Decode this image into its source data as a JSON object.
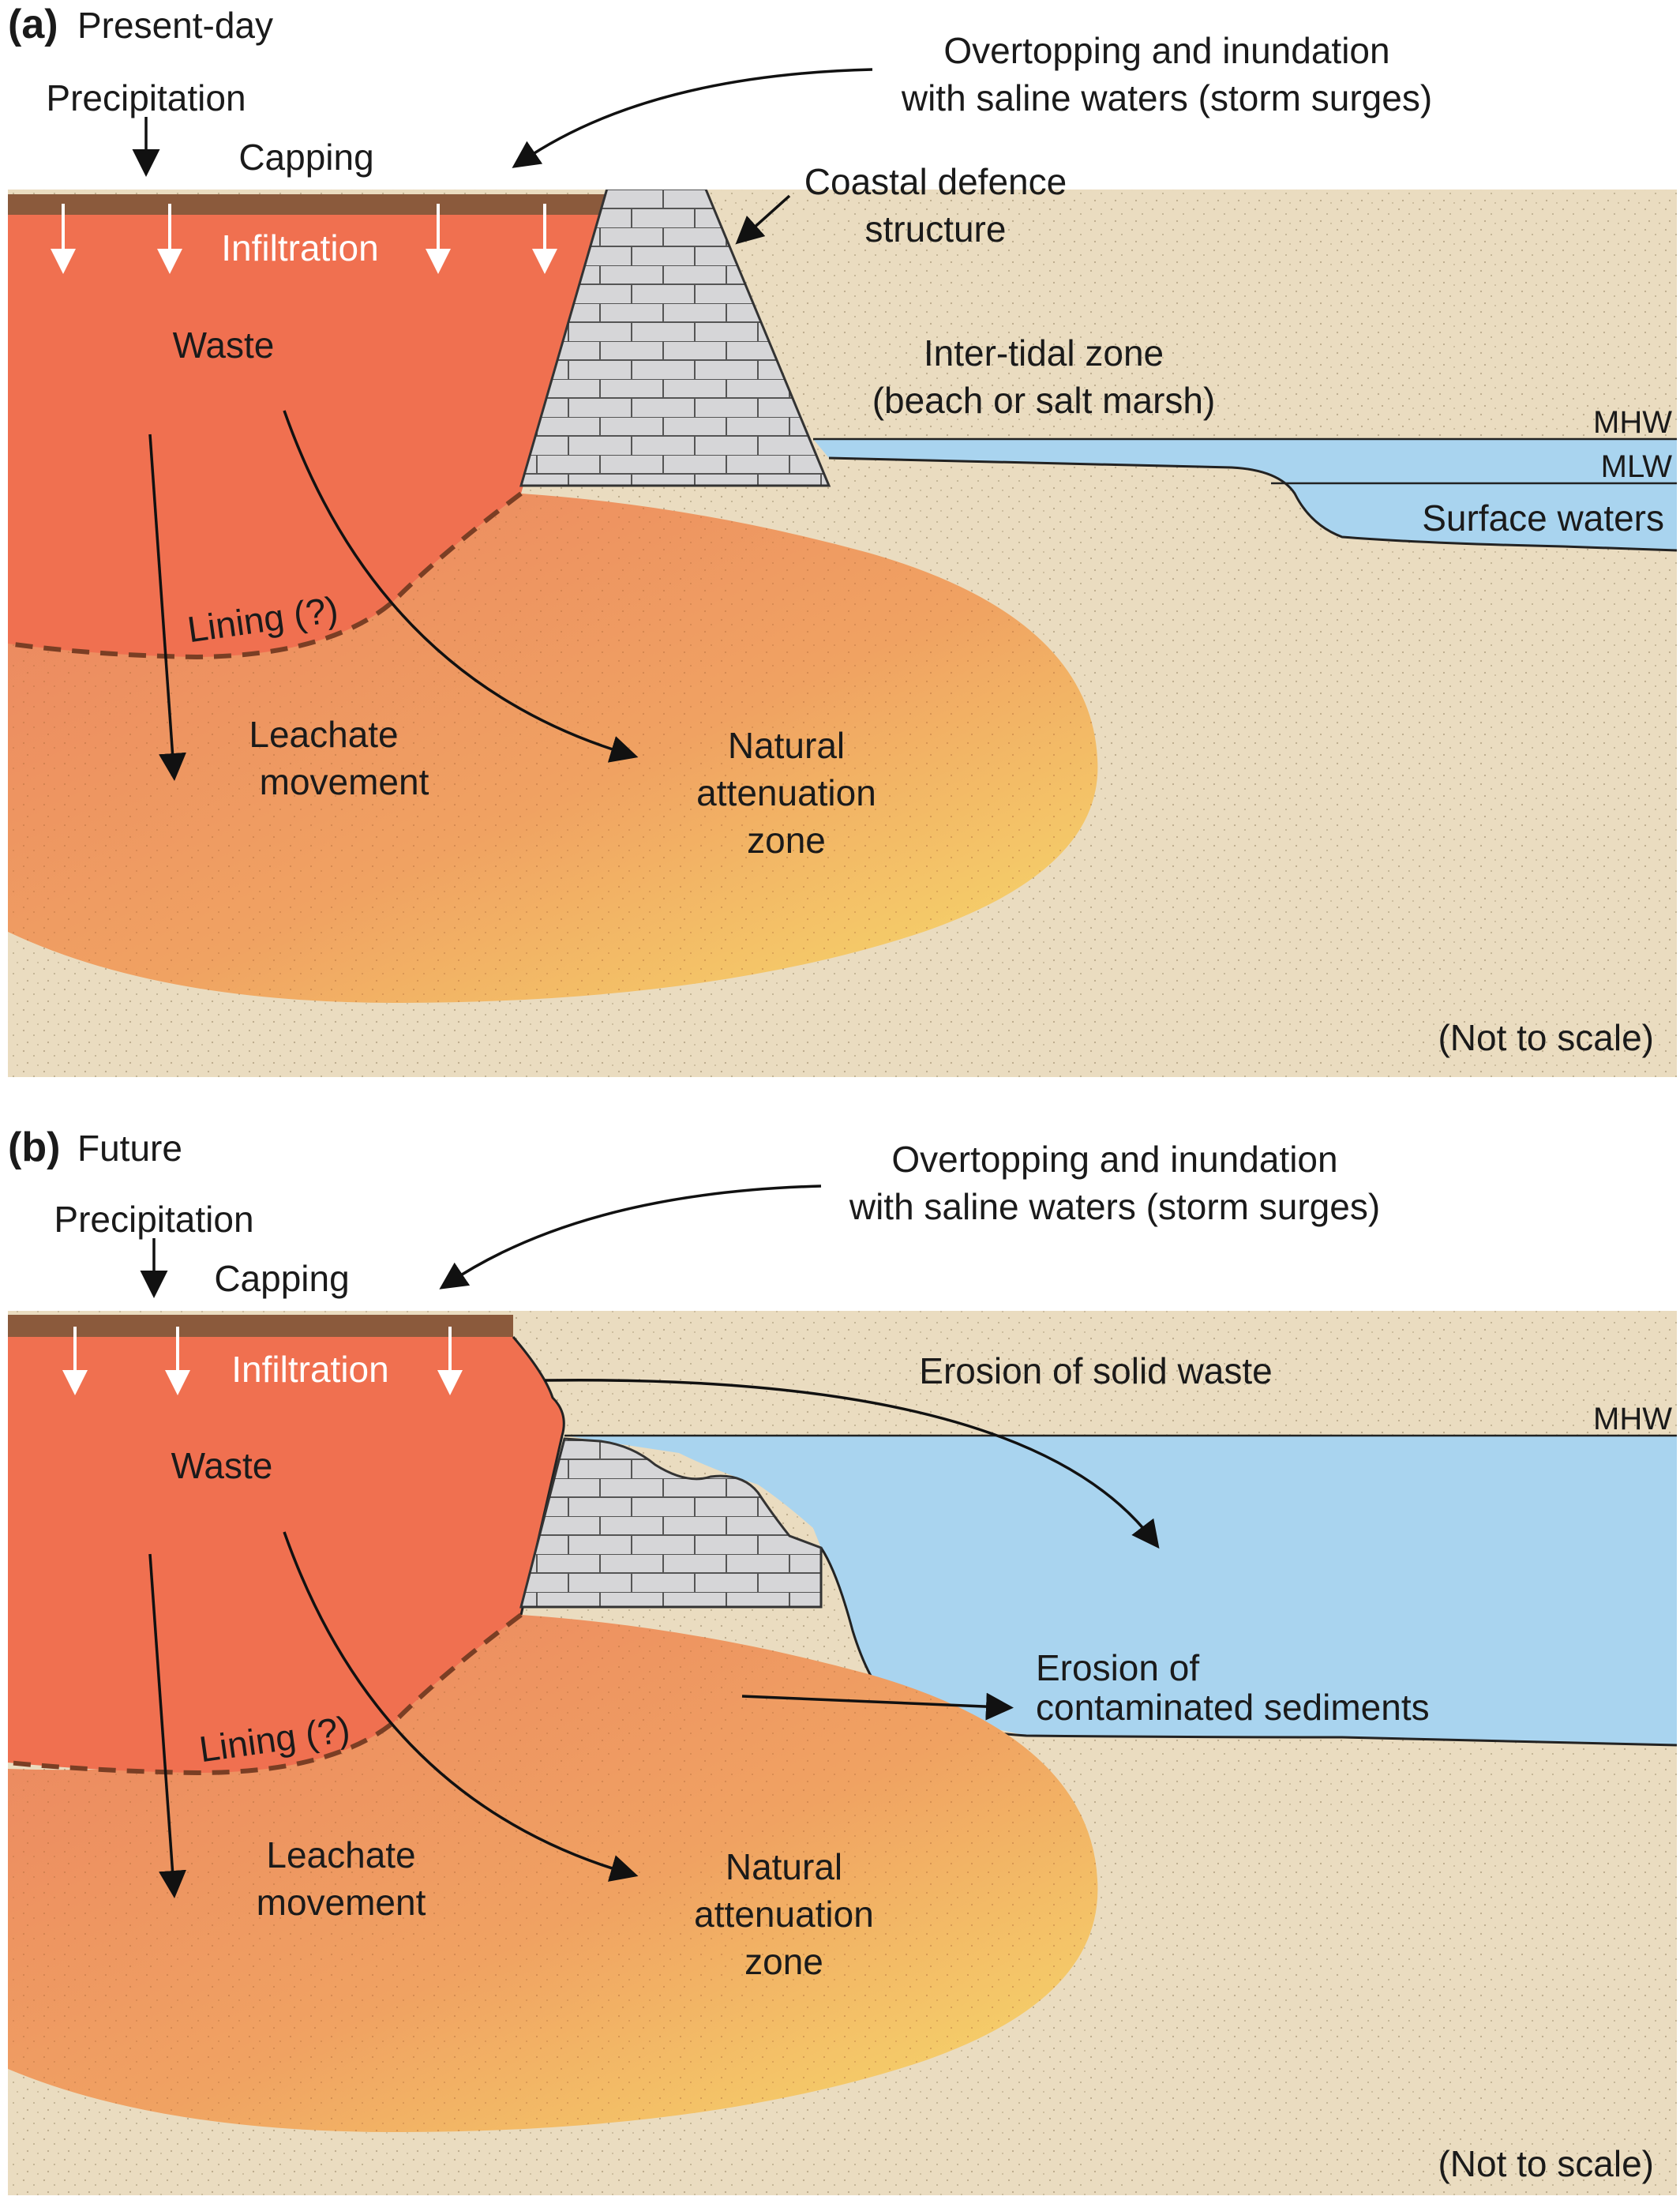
{
  "panels": [
    {
      "id": "a",
      "letter": "(a)",
      "title": "Present-day",
      "labels": {
        "precipitation": "Precipitation",
        "capping": "Capping",
        "infiltration": "Infiltration",
        "waste": "Waste",
        "lining": "Lining (?)",
        "leachate_1": "Leachate",
        "leachate_2": "movement",
        "natural_1": "Natural",
        "natural_2": "attenuation",
        "natural_3": "zone",
        "overtopping_1": "Overtopping and inundation",
        "overtopping_2": "with saline waters (storm surges)",
        "defence_1": "Coastal defence",
        "defence_2": "structure",
        "intertidal_1": "Inter-tidal zone",
        "intertidal_2": "(beach or salt marsh)",
        "mhw": "MHW",
        "mlw": "MLW",
        "surface_waters": "Surface waters",
        "not_to_scale": "(Not to scale)"
      }
    },
    {
      "id": "b",
      "letter": "(b)",
      "title": "Future",
      "labels": {
        "precipitation": "Precipitation",
        "capping": "Capping",
        "infiltration": "Infiltration",
        "waste": "Waste",
        "lining": "Lining (?)",
        "leachate_1": "Leachate",
        "leachate_2": "movement",
        "natural_1": "Natural",
        "natural_2": "attenuation",
        "natural_3": "zone",
        "overtopping_1": "Overtopping and inundation",
        "overtopping_2": "with saline waters (storm surges)",
        "erosion_solid": "Erosion of solid waste",
        "mhw": "MHW",
        "erosion_sed_1": "Erosion of",
        "erosion_sed_2": "contaminated sediments",
        "not_to_scale": "(Not to scale)"
      }
    }
  ],
  "colors": {
    "sand": "#eadcc0",
    "waste": "#f07050",
    "capping": "#8b5a3c",
    "water": "#a9d4ef",
    "plume_inner": "#eb8a5e",
    "plume_outer": "#f6d96a",
    "wall": "#d6d6d8"
  }
}
